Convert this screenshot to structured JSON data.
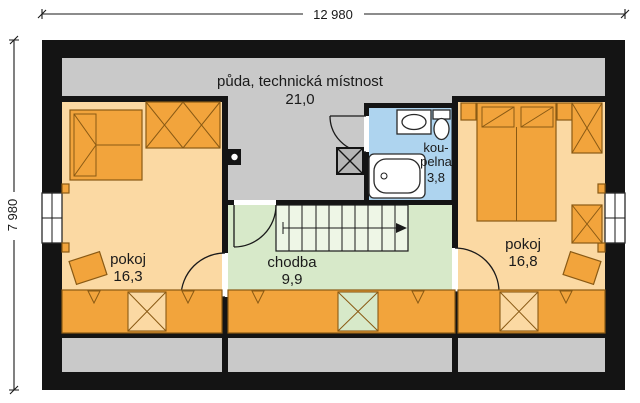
{
  "dimension_labels": {
    "top": "12 980",
    "left": "7 980"
  },
  "rooms": {
    "attic": {
      "name": "půda, technická místnost",
      "area": "21,0"
    },
    "room_left": {
      "name": "pokoj",
      "area": "16,3"
    },
    "hallway": {
      "name": "chodba",
      "area": "9,9"
    },
    "bathroom": {
      "name_line1": "kou-",
      "name_line2": "pelna",
      "area": "3,8"
    },
    "room_right": {
      "name": "pokoj",
      "area": "16,8"
    }
  },
  "colors": {
    "wall": "#141414",
    "attic_floor": "#c9c9c9",
    "room_floor": "#fbd9a3",
    "hall_floor": "#d7e9c9",
    "stairs": "#eef6e6",
    "bathroom_floor": "#aed4ef",
    "furniture": "#f2a43c",
    "furniture_outline": "#8a5a14"
  }
}
